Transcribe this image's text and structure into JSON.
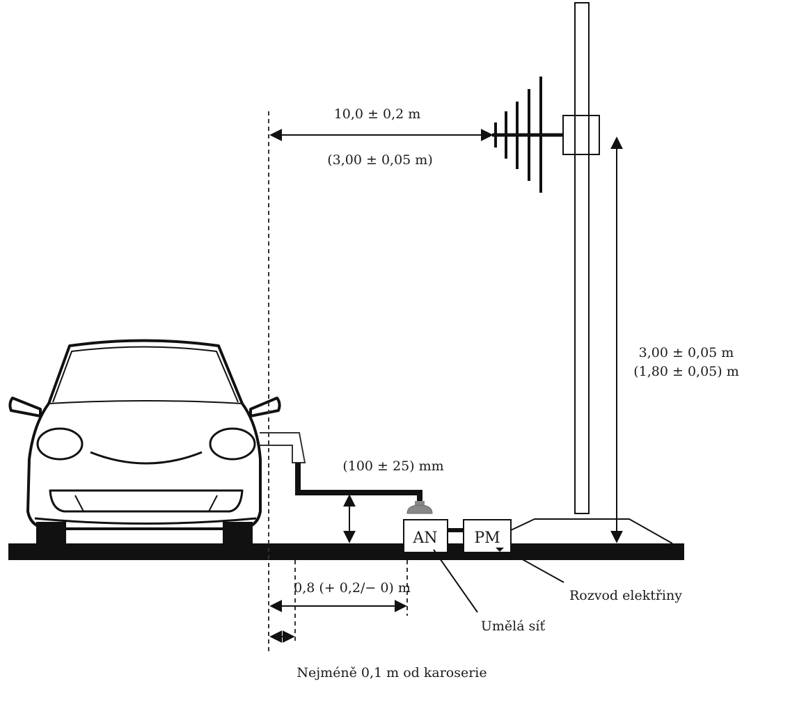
{
  "labels": {
    "antenna_distance_primary": "10,0 ± 0,2 m",
    "antenna_distance_alt": "(3,00 ± 0,05 m)",
    "antenna_height_primary": "3,00 ± 0,05 m",
    "antenna_height_alt": "(1,80 ± 0,05) m",
    "cable_height": "(100 ± 25) mm",
    "an_box": "AN",
    "pm_box": "PM",
    "cable_distance": "0,8 (+ 0,2/− 0) m",
    "power_supply": "Rozvod elektřiny",
    "artificial_network": "Umělá síť",
    "min_distance": "Nejméně 0,1 m od karoserie"
  }
}
